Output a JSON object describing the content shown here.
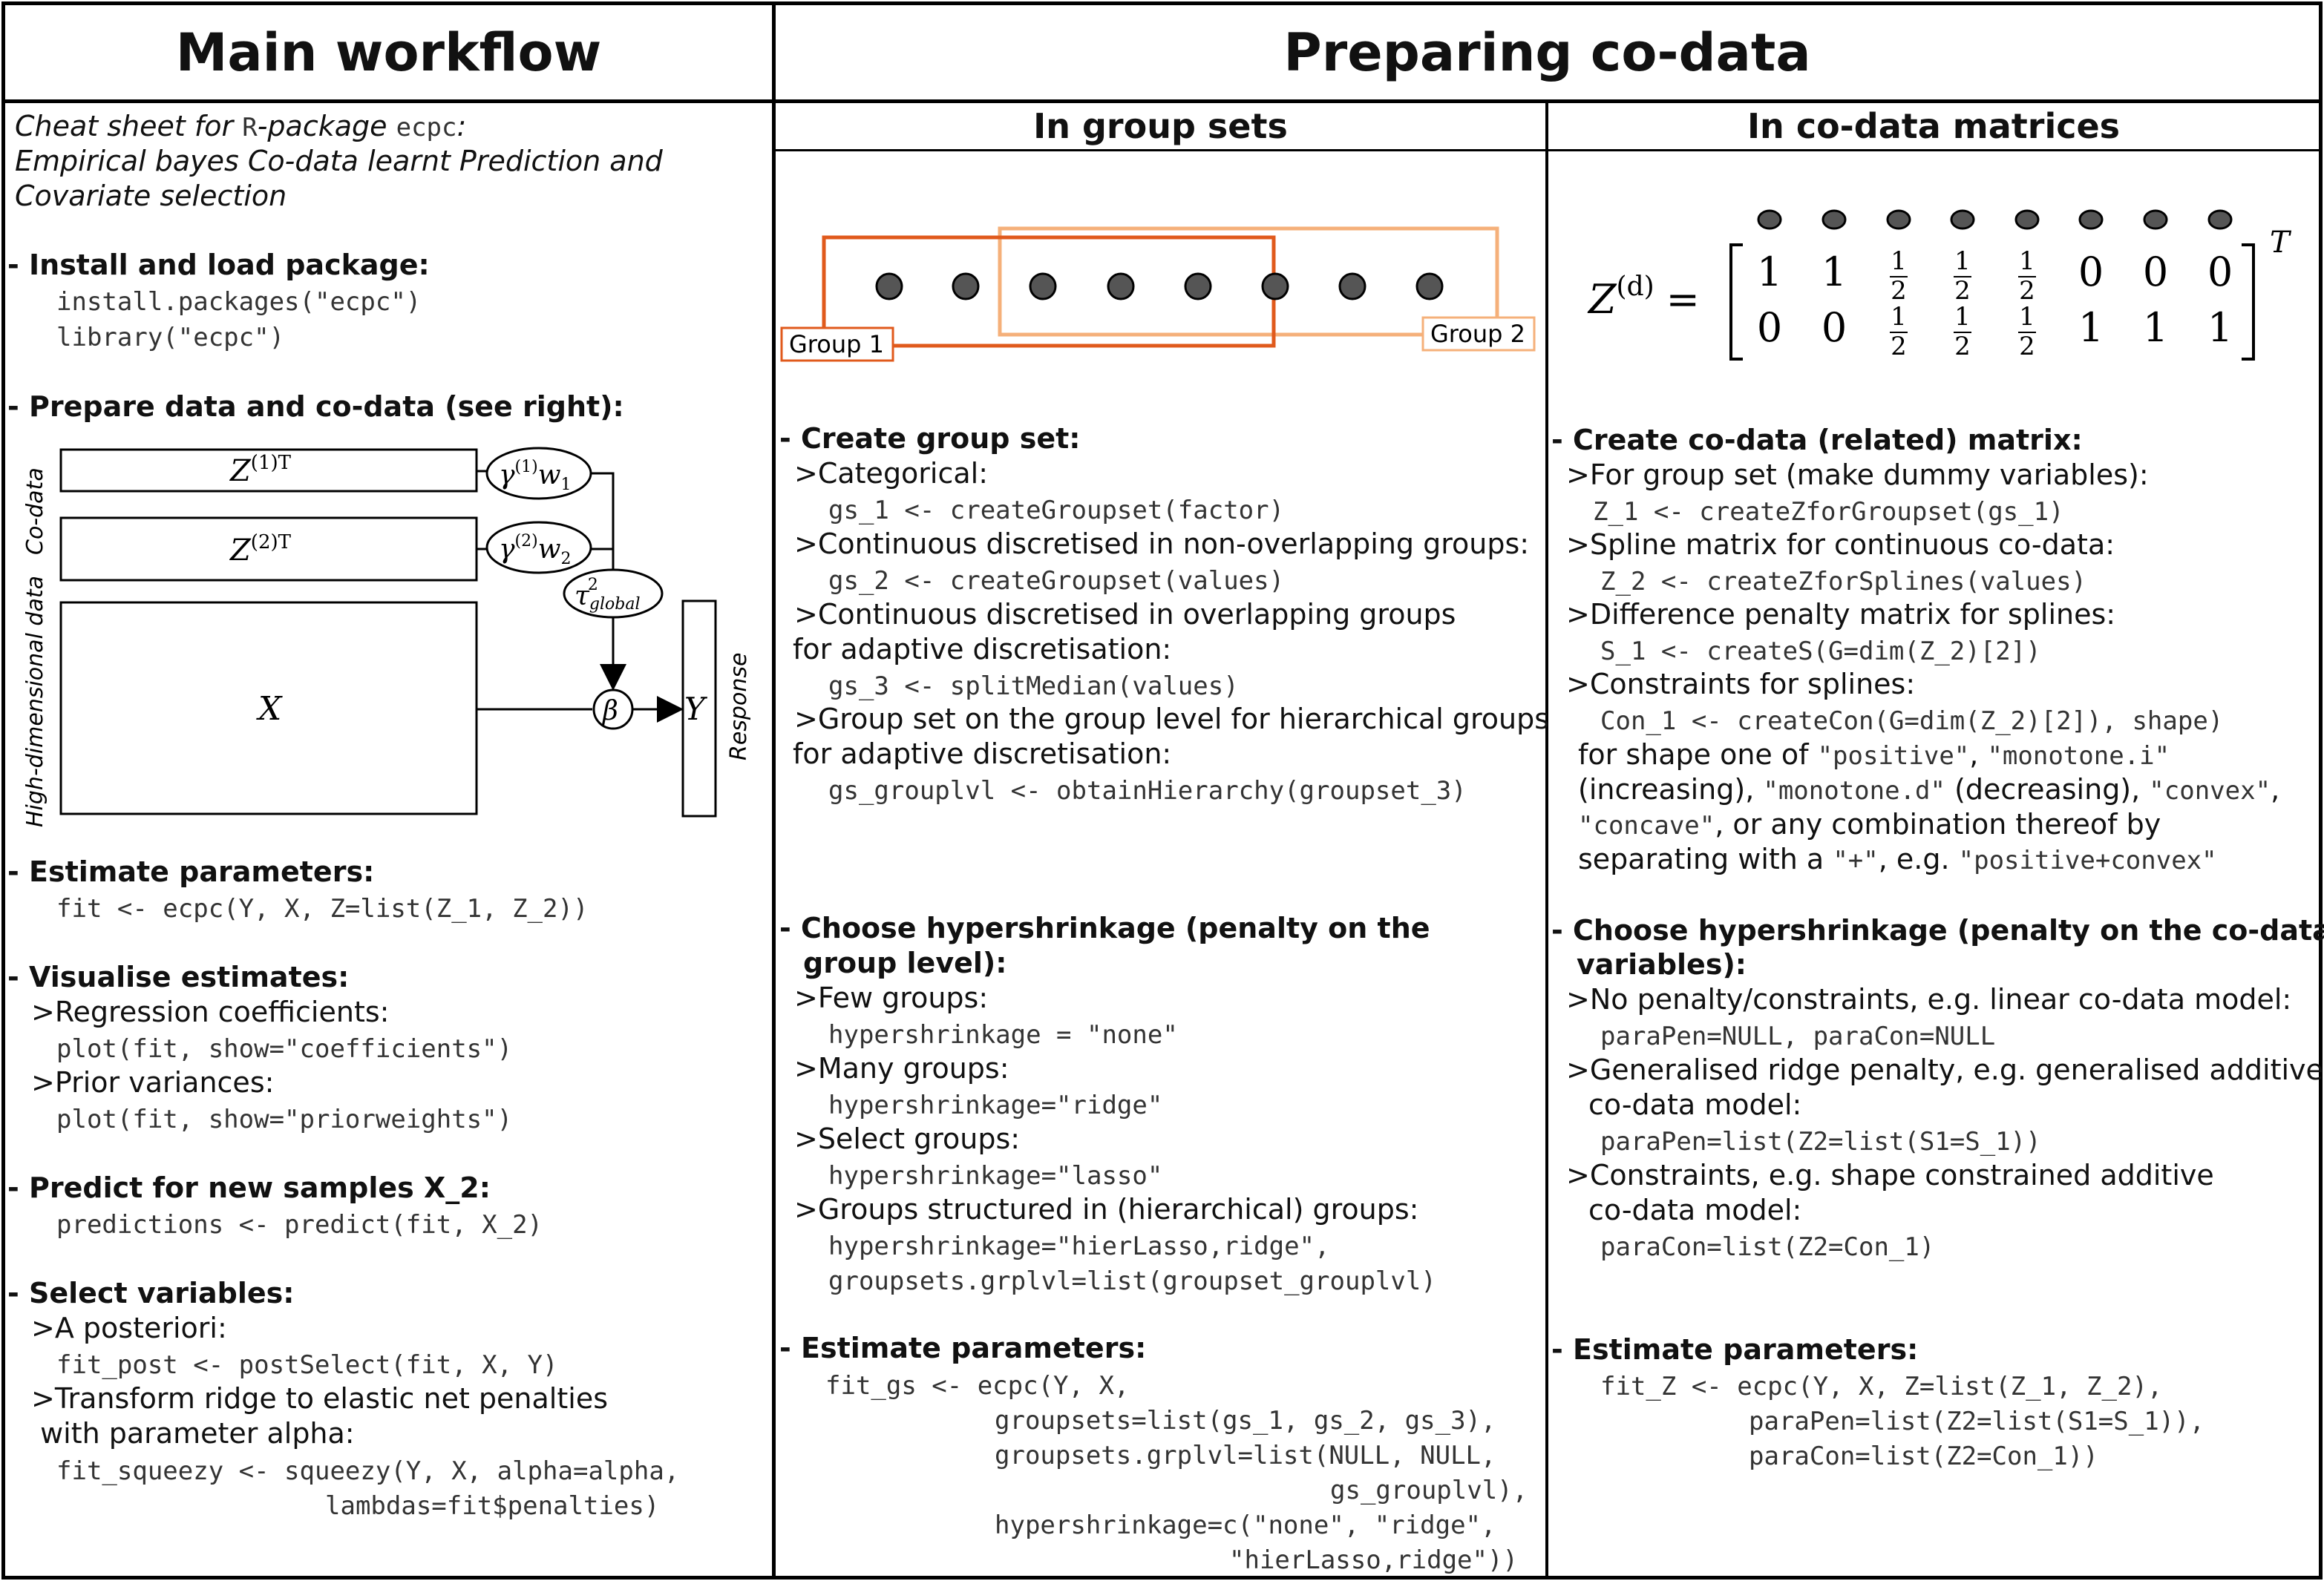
{
  "main": {
    "header": "Main workflow",
    "intro": {
      "l1_pre": "Cheat sheet for ",
      "l1_r": "R",
      "l1_mid": "-package ",
      "l1_pkg": "ecpc",
      "l1_post": ":",
      "l2": "Empirical bayes Co-data learnt Prediction and",
      "l3": "Covariate selection"
    },
    "install": {
      "title": "- Install and load package:",
      "code1": "install.packages(\"ecpc\")",
      "code2": "library(\"ecpc\")"
    },
    "prepare": {
      "title": "- Prepare data and co-data (see right):"
    },
    "diagram": {
      "codata_label": "Co-data",
      "hd_label": "High-dimensional data",
      "response_label": "Response",
      "z1": "Z",
      "z1_sup": "(1)T",
      "z2": "Z",
      "z2_sup": "(2)T",
      "x": "X",
      "y": "Y",
      "beta": "β",
      "g1": "γ",
      "g1_sup": "(1)",
      "w1": "w",
      "w1_sub": "1",
      "g2": "γ",
      "g2_sup": "(2)",
      "w2": "w",
      "w2_sub": "2",
      "tau": "τ",
      "tau_sup": "2",
      "tau_sub": "global"
    },
    "estimate": {
      "title": "- Estimate parameters:",
      "code": "fit <- ecpc(Y, X, Z=list(Z_1, Z_2))"
    },
    "visualise": {
      "title": "- Visualise estimates:",
      "sub1": ">Regression coefficients:",
      "code1": "plot(fit, show=\"coefficients\")",
      "sub2": ">Prior variances:",
      "code2": "plot(fit, show=\"priorweights\")"
    },
    "predict": {
      "title": "- Predict for new samples X_2:",
      "code": "predictions <- predict(fit, X_2)"
    },
    "select": {
      "title": "- Select variables:",
      "sub1": ">A posteriori:",
      "code1": "fit_post <- postSelect(fit, X, Y)",
      "sub2": ">Transform ridge to elastic net penalties",
      "sub2b": " with parameter alpha:",
      "code2": "fit_squeezy <- squeezy(Y, X, alpha=alpha,",
      "code3": "lambdas=fit$penalties)"
    }
  },
  "codata": {
    "header": "Preparing co-data",
    "groupsets": {
      "header": "In group sets",
      "group1_label": "Group 1",
      "group2_label": "Group 2",
      "create": {
        "title": "- Create group set:",
        "sub1": ">Categorical:",
        "code1": "gs_1 <- createGroupset(factor)",
        "sub2": ">Continuous discretised in non-overlapping groups:",
        "code2": "gs_2 <- createGroupset(values)",
        "sub3a": ">Continuous discretised in overlapping groups",
        "sub3b": "for adaptive discretisation:",
        "code3": "gs_3 <- splitMedian(values)",
        "sub4a": ">Group set on the group level for hierarchical groups",
        "sub4b": "for adaptive discretisation:",
        "code4": "gs_grouplvl <- obtainHierarchy(groupset_3)"
      },
      "hyper": {
        "title1": "- Choose hypershrinkage (penalty on the",
        "title2": "group level):",
        "sub1": ">Few groups:",
        "code1": "hypershrinkage = \"none\"",
        "sub2": ">Many groups:",
        "code2": "hypershrinkage=\"ridge\"",
        "sub3": ">Select groups:",
        "code3": "hypershrinkage=\"lasso\"",
        "sub4": ">Groups structured in (hierarchical) groups:",
        "code4a": "hypershrinkage=\"hierLasso,ridge\",",
        "code4b": "groupsets.grplvl=list(groupset_grouplvl)"
      },
      "estimate": {
        "title": "- Estimate parameters:",
        "c1": "fit_gs <- ecpc(Y, X,",
        "c2": "groupsets=list(gs_1, gs_2, gs_3),",
        "c3": "groupsets.grplvl=list(NULL, NULL,",
        "c4": "gs_grouplvl),",
        "c5": "hypershrinkage=c(\"none\", \"ridge\",",
        "c6": "\"hierLasso,ridge\"))"
      }
    },
    "matrices": {
      "header": "In co-data matrices",
      "matrix": {
        "lhs": "Z",
        "lhs_sup": "(d)",
        "eq": "=",
        "transpose": "T",
        "row1": [
          "1",
          "1",
          "1/2",
          "1/2",
          "1/2",
          "0",
          "0",
          "0"
        ],
        "row2": [
          "0",
          "0",
          "1/2",
          "1/2",
          "1/2",
          "1",
          "1",
          "1"
        ]
      },
      "create": {
        "title": "- Create co-data (related) matrix:",
        "sub1": ">For group set (make dummy variables):",
        "code1": "Z_1 <- createZforGroupset(gs_1)",
        "sub2": ">Spline matrix for continuous co-data:",
        "code2": "Z_2 <- createZforSplines(values)",
        "sub3": ">Difference penalty matrix for splines:",
        "code3": "S_1 <- createS(G=dim(Z_2)[2])",
        "sub4": ">Constraints for splines:",
        "code4": "Con_1 <- createCon(G=dim(Z_2)[2]), shape)",
        "shape_l1_pre": "for shape one of ",
        "shape_positive": "\"positive\"",
        "shape_sep1": ", ",
        "shape_monoi": "\"monotone.i\"",
        "shape_l2_inc": "(increasing), ",
        "shape_monod": "\"monotone.d\"",
        "shape_l2_dec": " (decreasing), ",
        "shape_convex": "\"convex\"",
        "shape_l2_end": ",",
        "shape_concave": "\"concave\"",
        "shape_l3_post": ", or any combination thereof by",
        "shape_l4_pre": "separating with a ",
        "shape_plus": "\"+\"",
        "shape_l4_mid": ", e.g. ",
        "shape_combo": "\"positive+convex\""
      },
      "hyper": {
        "title1": "- Choose hypershrinkage (penalty on the co-data",
        "title2": "variables):",
        "sub1": ">No penalty/constraints, e.g. linear co-data model:",
        "code1": "paraPen=NULL, paraCon=NULL",
        "sub2a": ">Generalised ridge penalty, e.g. generalised additive",
        "sub2b": "co-data model:",
        "code2": "paraPen=list(Z2=list(S1=S_1))",
        "sub3a": ">Constraints, e.g. shape constrained additive",
        "sub3b": "co-data model:",
        "code3": "paraCon=list(Z2=Con_1)"
      },
      "estimate": {
        "title": "- Estimate parameters:",
        "c1": "fit_Z <- ecpc(Y, X, Z=list(Z_1, Z_2),",
        "c2": "paraPen=list(Z2=list(S1=S_1)),",
        "c3": "paraCon=list(Z2=Con_1))"
      }
    }
  },
  "colors": {
    "group1": "#e05a1c",
    "group2": "#f5b07a",
    "dot": "#555555"
  }
}
